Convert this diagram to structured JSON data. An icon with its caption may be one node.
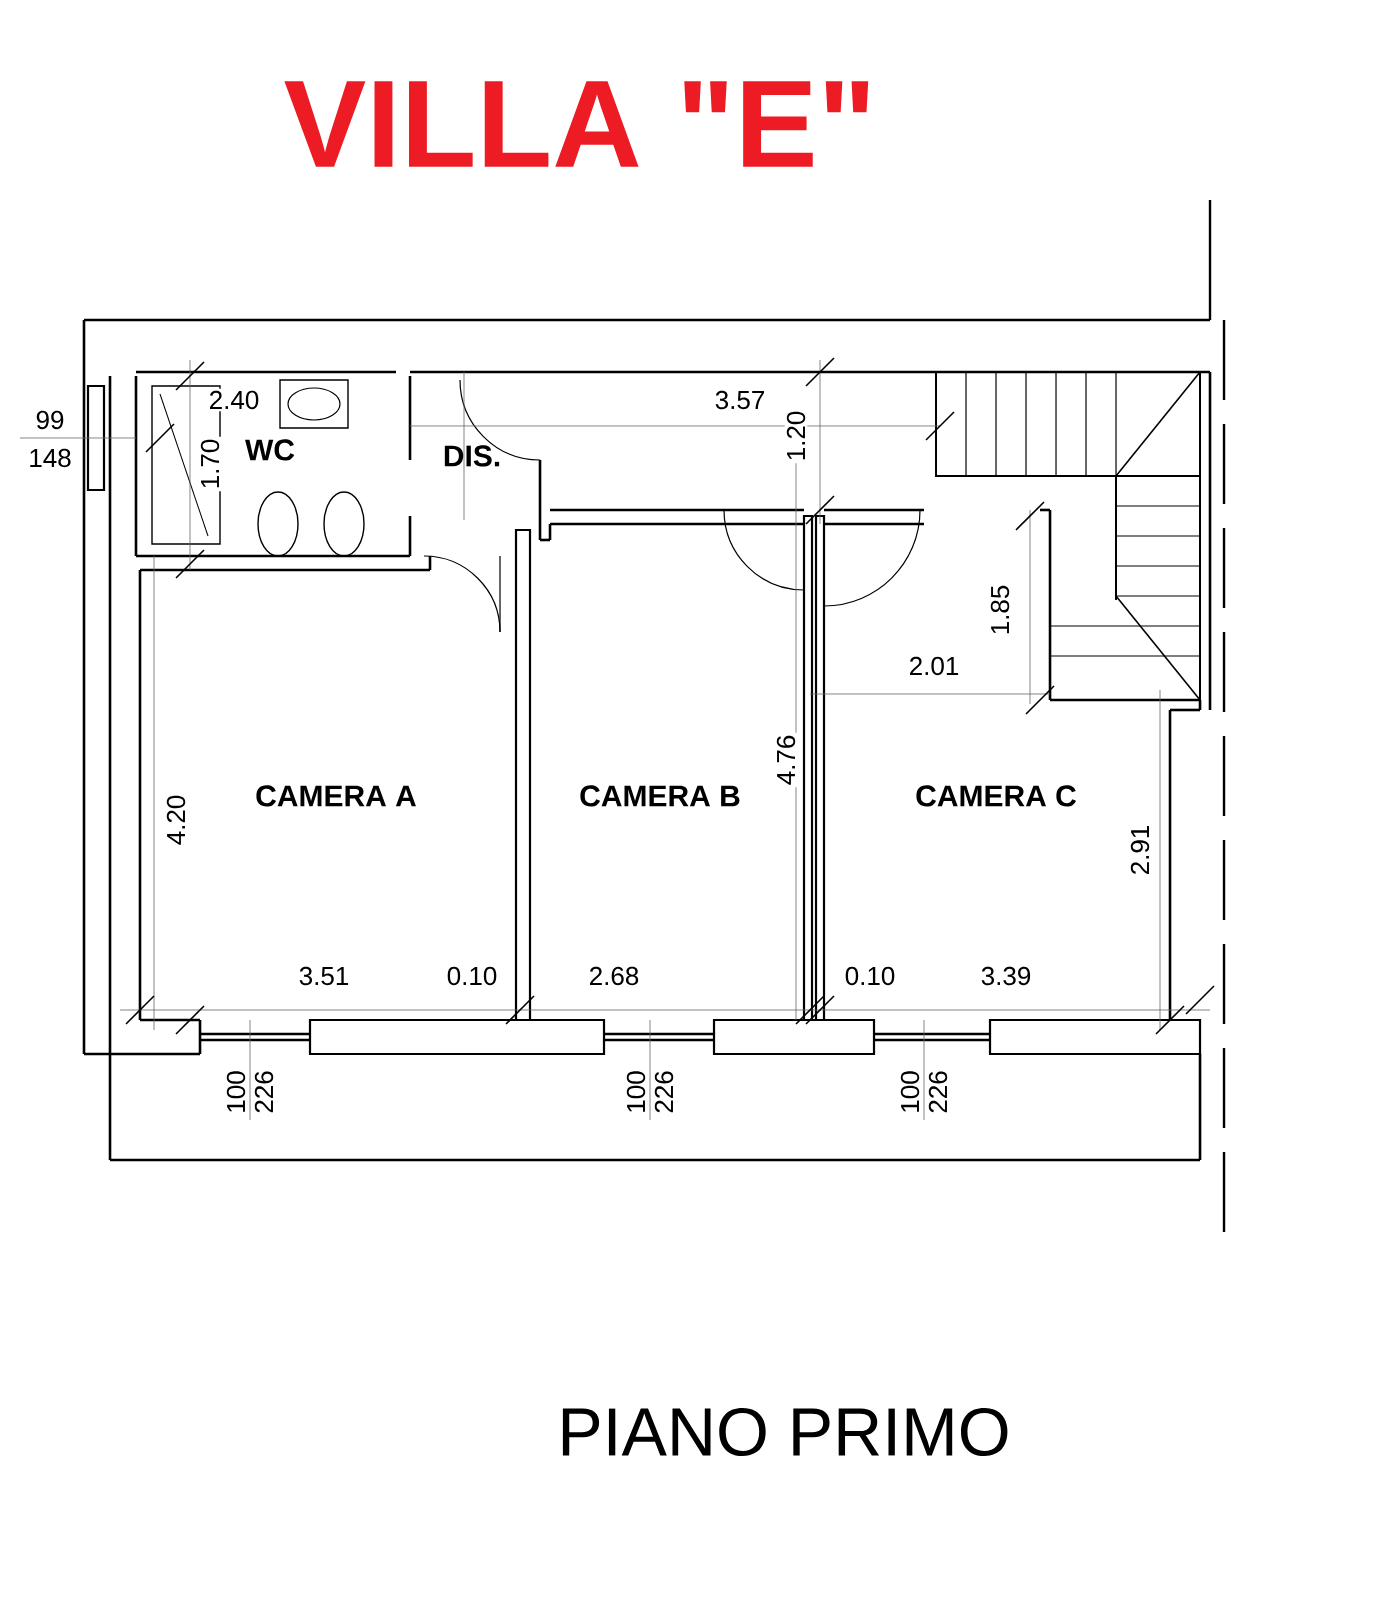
{
  "diagram": {
    "title": "VILLA \"E\"",
    "caption": "PIANO PRIMO",
    "nodes": [
      {
        "text": [
          "WC"
        ]
      },
      {
        "text": [
          "DIS."
        ]
      },
      {
        "text": [
          "CAMERA A"
        ]
      },
      {
        "text": [
          "CAMERA B"
        ]
      },
      {
        "text": [
          "CAMERA C"
        ]
      }
    ],
    "labels": [
      "99",
      "148",
      "2.40",
      "1.70",
      "3.57",
      "1.20",
      "1.85",
      "2.01",
      "4.20",
      "4.76",
      "2.91",
      "3.51",
      "0.10",
      "2.68",
      "0.10",
      "3.39",
      "100",
      "226",
      "100",
      "226",
      "100",
      "226"
    ]
  }
}
